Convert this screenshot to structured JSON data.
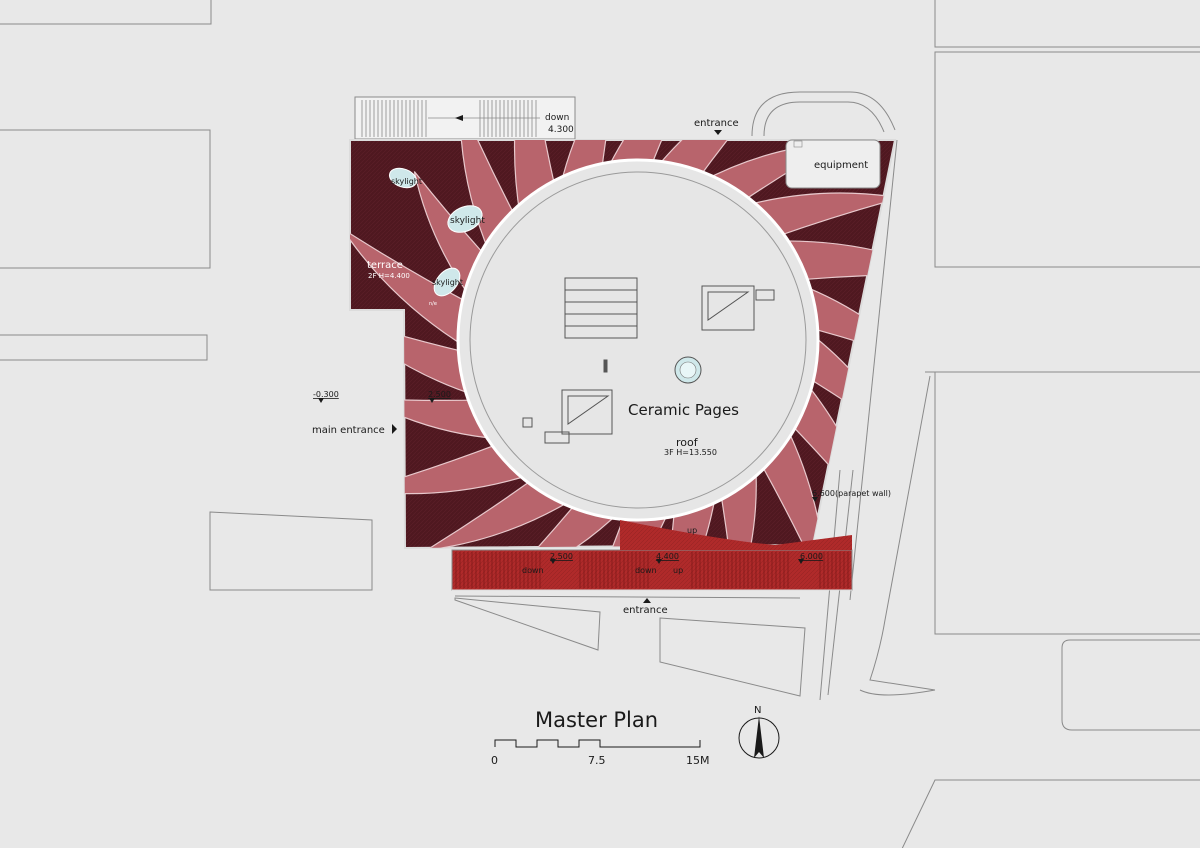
{
  "plan": {
    "title": "Master Plan",
    "building_name": "Ceramic Pages",
    "roof": {
      "label": "roof",
      "level": "3F H=13.550"
    },
    "terrace": {
      "label": "terrace",
      "level": "2F H=4.400"
    },
    "skylights": [
      "skylight",
      "skylight",
      "skylight"
    ],
    "equipment": "equipment",
    "entrances": {
      "top": "entrance",
      "bottom": "entrance",
      "main": "main entrance"
    },
    "stair_top": {
      "direction": "down",
      "level": "4.300"
    },
    "levels": {
      "outside": "-0.300",
      "ground": "2.500",
      "parapet": "6.600",
      "parapet_note": "(parapet wall)",
      "stair_a": "2.500",
      "stair_b": "4.400",
      "stair_c": "6.000"
    },
    "stair_labels": {
      "down_a": "down",
      "down_b": "down",
      "up_a": "up",
      "up_b": "up"
    },
    "small_note": "n/e",
    "scale": {
      "ticks": [
        "0",
        "7.5",
        "15M"
      ]
    },
    "north": "N"
  },
  "colors": {
    "background": "#e8e8e8",
    "building_dark": "#4f1820",
    "sun_ray": "#b8646c",
    "roof_disc": "#e6e6e6",
    "stair_red": "#b02a2a",
    "line": "#8a8a8a"
  }
}
